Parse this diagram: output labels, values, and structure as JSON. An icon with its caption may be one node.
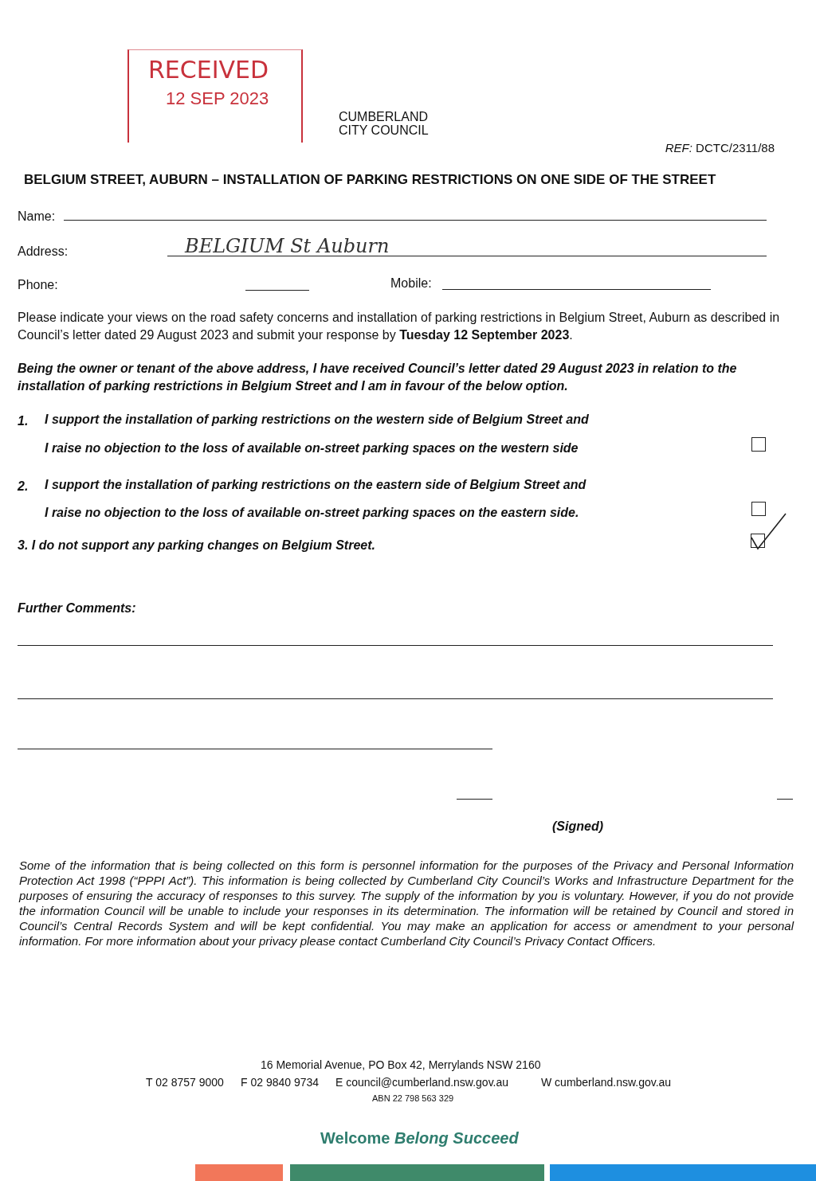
{
  "diagram": {
    "title": "BELGIUM STREET, AUBURN – INSTALLATION OF PARKING RESTRICTIONS ON ONE SIDE OF THE STREET",
    "labels": [
      "RECEIVED",
      "12 SEP 2023",
      "CUMBERLAND CITY COUNCIL",
      "*REF:* DCTC/2311/88",
      "Name:",
      "Address:",
      "BELGIUM St Auburn",
      "Phone:",
      "Mobile:",
      "Please indicate your views on the road safety concerns and installation of parking restrictions in Belgium Street, Auburn as described in Council’s letter dated 29 August 2023 and submit your response by **Tuesday 12 September 2023**.",
      "Being the owner or tenant of the above address, I have received Council’s letter dated 29 August 2023 in relation to the installation of parking restrictions in Belgium Street and I am in favour of the below option.",
      "1.",
      "I support the installation of parking restrictions on the western side of Belgium Street and",
      "I raise no objection to the loss of available on-street parking spaces on the western side",
      "2.",
      "I support the installation of parking restrictions on the eastern side of Belgium Street and",
      "I raise no objection to the loss of available on-street parking spaces on the eastern side.",
      "3. I do not support any parking changes on Belgium Street.",
      "Further Comments:",
      "(Signed)",
      "Some of the information that is being collected on this form is personnel information for the purposes of the Privacy and Personal Information Protection Act 1998 (“PPPI Act”). This information is being collected by Cumberland City Council’s Works and Infrastructure Department for the purposes of ensuring the accuracy of responses to this survey. The supply of the information by you is voluntary. However, if you do not provide the information Council will be unable to include your responses in its determination. The information will be retained by Council and stored in Council’s Central Records System and will be kept confidential. You may make an application for access or amendment to your personal information. For more information about your privacy please contact Cumberland City Council’s Privacy Contact Officers.",
      "16 Memorial Avenue, PO Box 42, Merrylands NSW 2160",
      "T 02 8757 9000",
      "F 02 9840 9734",
      "E council@cumberland.nsw.gov.au",
      "W cumberland.nsw.gov.au",
      "ABN 22 798 563 329",
      "Welcome *Belong Succeed*"
    ]
  }
}
